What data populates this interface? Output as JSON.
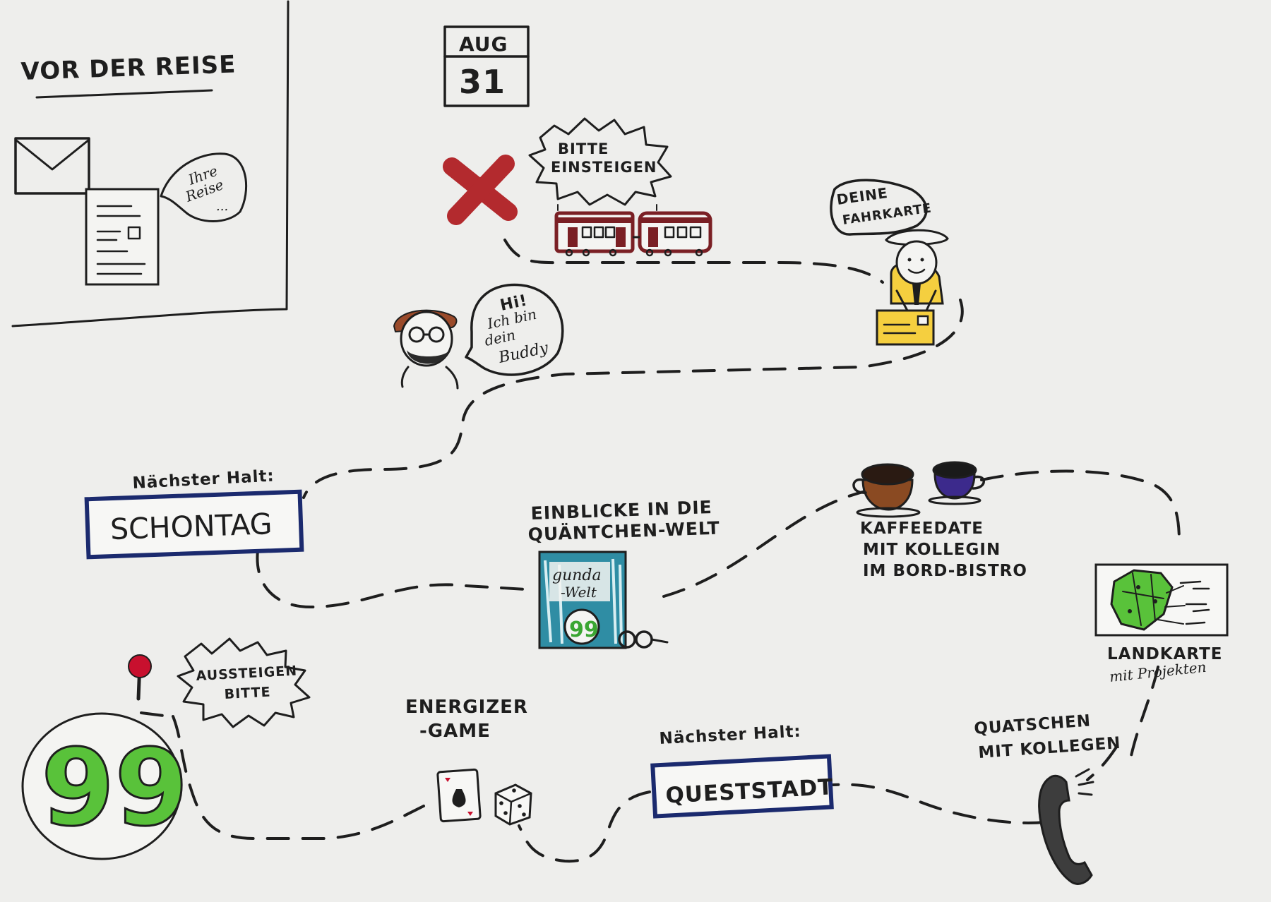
{
  "panel": {
    "title": "VOR DER REISE",
    "bubble_lines": [
      "Ihre",
      "Reise",
      "..."
    ]
  },
  "calendar": {
    "month": "AUG",
    "day": "31"
  },
  "boarding": {
    "bubble_lines": [
      "BITTE",
      "EINSTEIGEN"
    ]
  },
  "conductor": {
    "bubble_lines": [
      "DEINE",
      "FAHRKARTE"
    ]
  },
  "buddy": {
    "bubble_lines": [
      "Hi!",
      "Ich bin",
      "dein",
      "Buddy"
    ]
  },
  "stop1": {
    "caption": "Nächster Halt:",
    "name": "SCHONTAG"
  },
  "insights": {
    "title_lines": [
      "EINBLICKE IN DIE",
      "QUÄNTCHEN-WELT"
    ],
    "book_lines": [
      "gunda",
      "-Welt"
    ],
    "badge": "99"
  },
  "coffee": {
    "lines": [
      "KAFFEEDATE",
      "MIT KOLLEGIN",
      "IM BORD-BISTRO"
    ]
  },
  "map": {
    "lines": [
      "LANDKARTE",
      "mit Projekten"
    ]
  },
  "exit": {
    "bubble_lines": [
      "AUSSTEIGEN",
      "BITTE"
    ],
    "logo": "99"
  },
  "energizer": {
    "lines": [
      "ENERGIZER",
      "-GAME"
    ]
  },
  "stop2": {
    "caption": "Nächster Halt:",
    "name": "QUESTSTADT"
  },
  "chat": {
    "lines": [
      "QUATSCHEN",
      "MIT KOLLEGEN"
    ]
  },
  "colors": {
    "paper": "#eeeeec",
    "ink": "#1e1e1e",
    "sign_border": "#1b2a6e",
    "cross_red": "#b32a2e",
    "train": "#7a1f24",
    "pin": "#c8102e",
    "yellow": "#f5cf3f",
    "teal": "#2f8da4",
    "green": "#59c23a",
    "coffee_brown": "#8a4a22",
    "cup_purple": "#3c2a8c",
    "phone": "#3d3d3d"
  }
}
